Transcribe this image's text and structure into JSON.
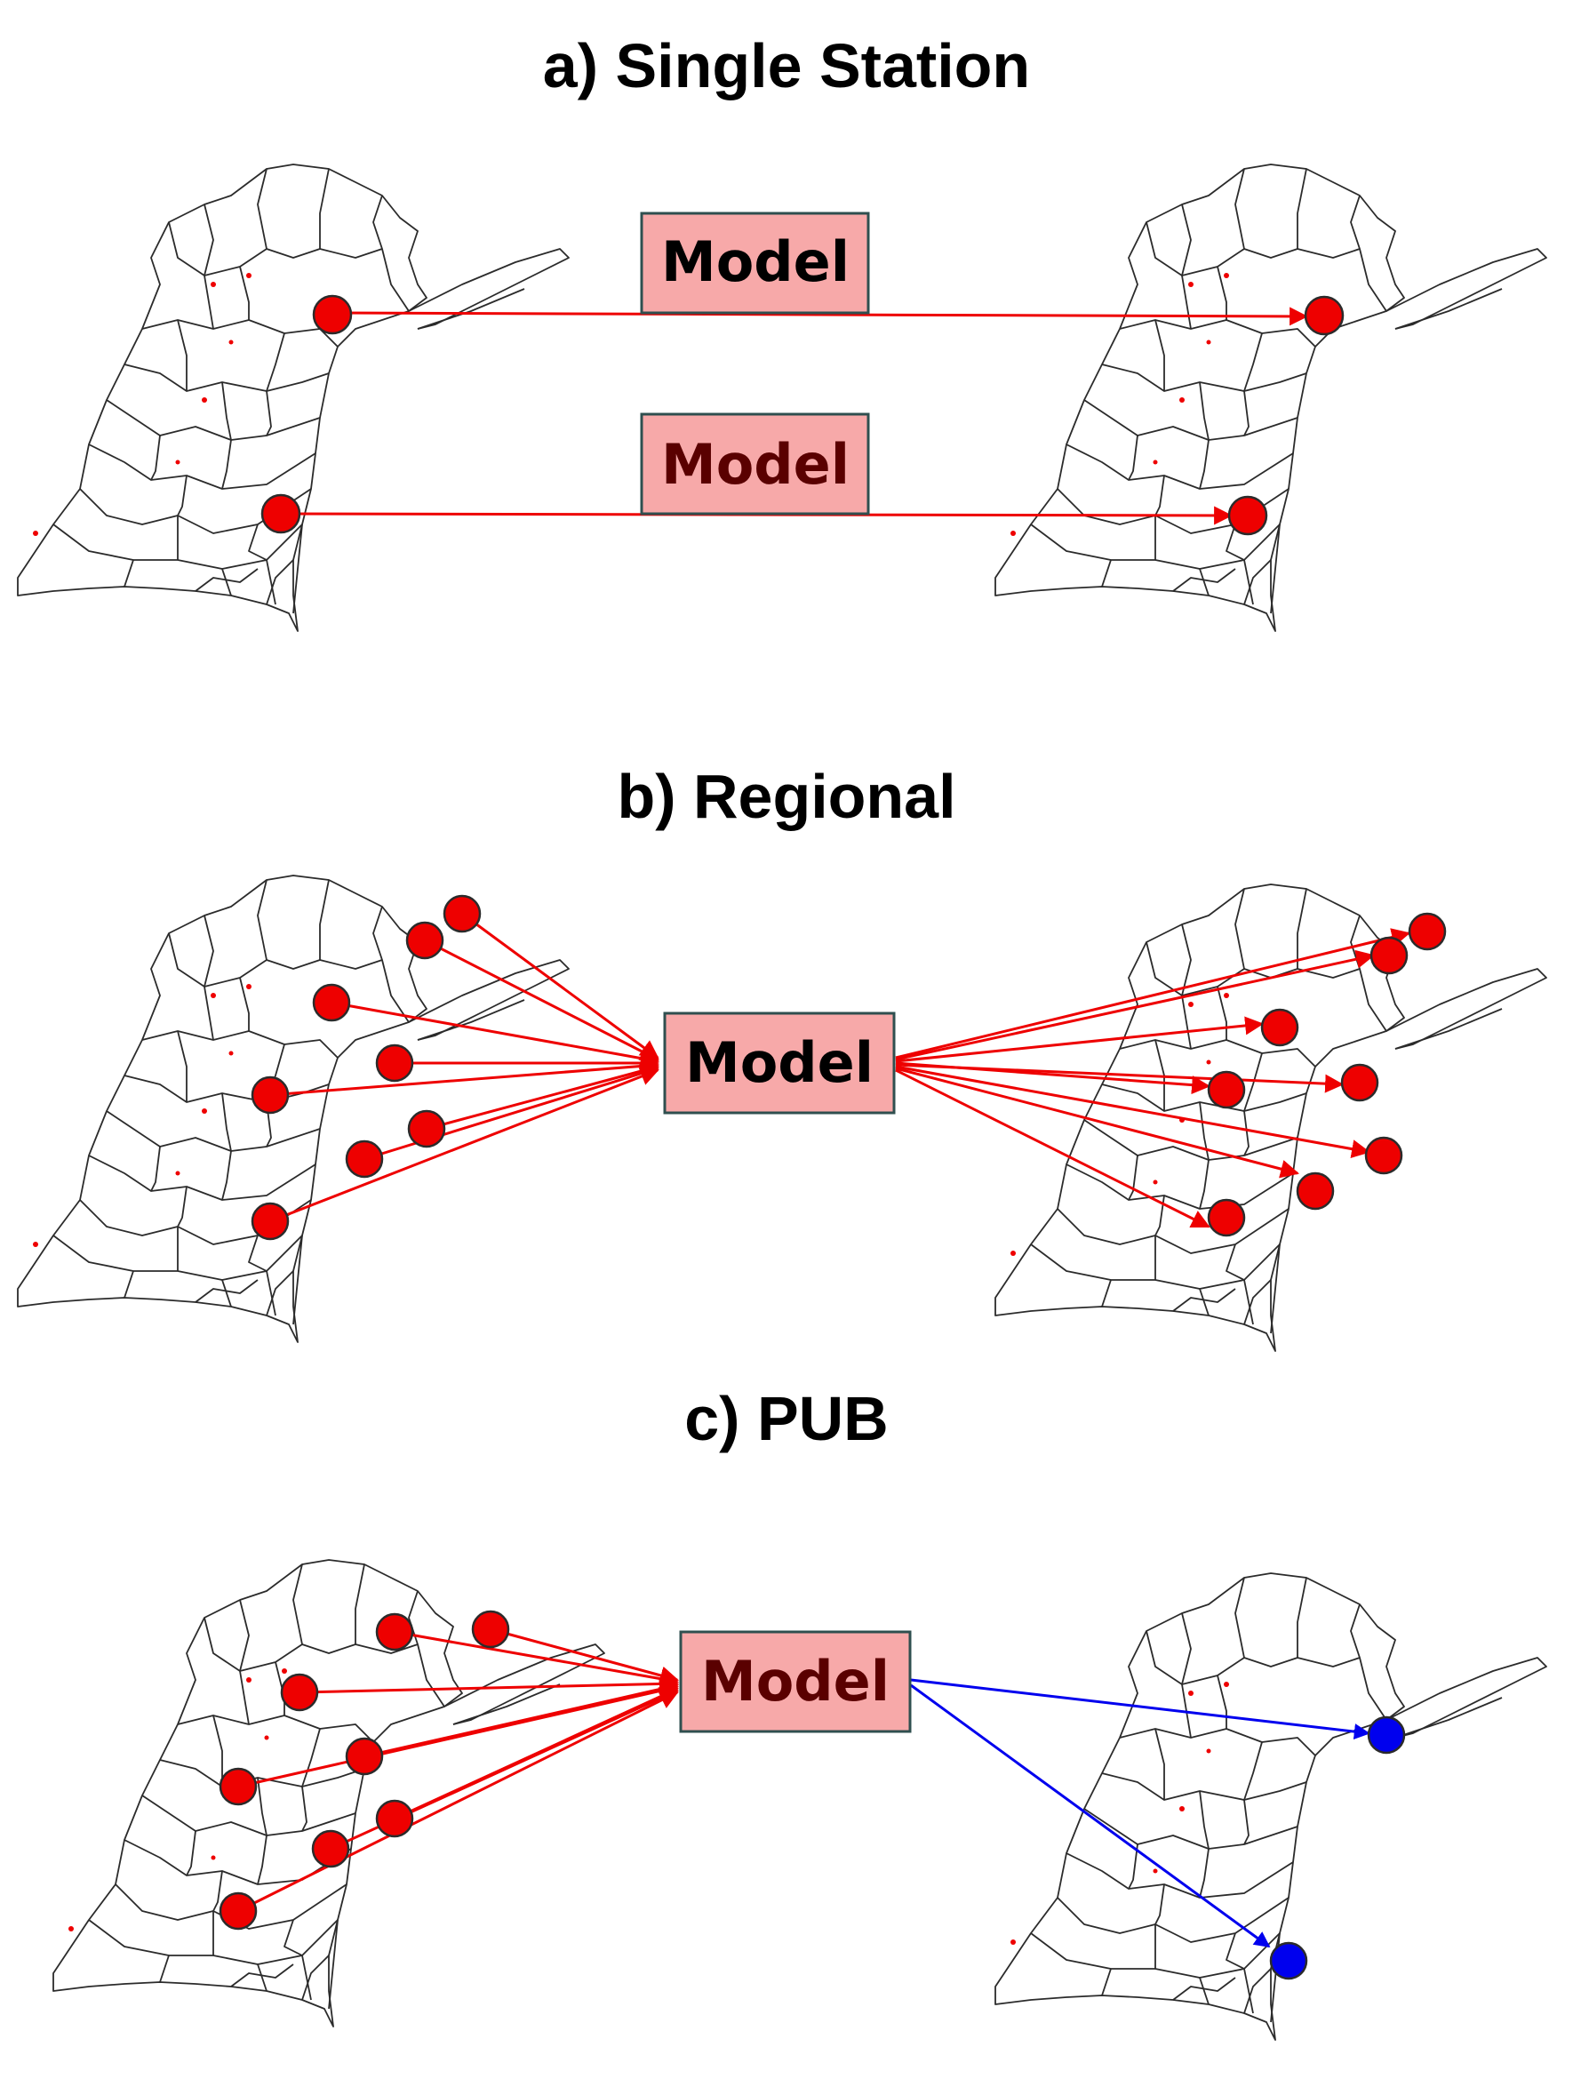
{
  "panels": [
    {
      "title": "a) Single Station",
      "model_label": "Model",
      "model_label_2": "Model"
    },
    {
      "title": "b) Regional",
      "model_label": "Model"
    },
    {
      "title": "c) PUB",
      "model_label": "Model"
    }
  ],
  "colors": {
    "gauged_station": "#ee0000",
    "ungauged_station": "#0000ee",
    "model_box_fill": "#f7a9a9",
    "model_box_stroke": "#2f4f4f",
    "model_text": "#000000",
    "model_text_dark": "#5a0000",
    "arrow_red": "#ee0000",
    "arrow_blue": "#0000ee",
    "basin_outline": "#2b2b2b"
  }
}
